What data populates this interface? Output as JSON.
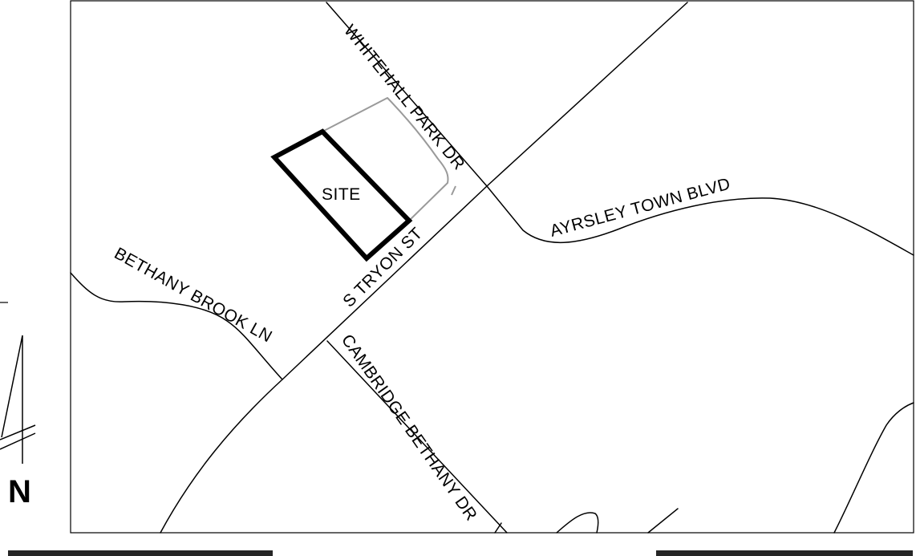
{
  "map": {
    "site_label": "SITE",
    "roads": [
      {
        "id": "whitehall-park-dr",
        "name": "WHITEHALL PARK DR"
      },
      {
        "id": "ayrsley-town-blvd",
        "name": "AYRSLEY TOWN BLVD"
      },
      {
        "id": "s-tryon-st",
        "name": "S TRYON ST"
      },
      {
        "id": "bethany-brook-ln",
        "name": "BETHANY BROOK LN"
      },
      {
        "id": "cambridge-bethany-dr",
        "name": "CAMBRIDGE BETHANY DR"
      }
    ],
    "north_arrow": {
      "letter": "N"
    },
    "colors": {
      "roads": "#000000",
      "site_outline": "#000000",
      "parcel": "#9a9a9a",
      "background": "#ffffff"
    }
  }
}
